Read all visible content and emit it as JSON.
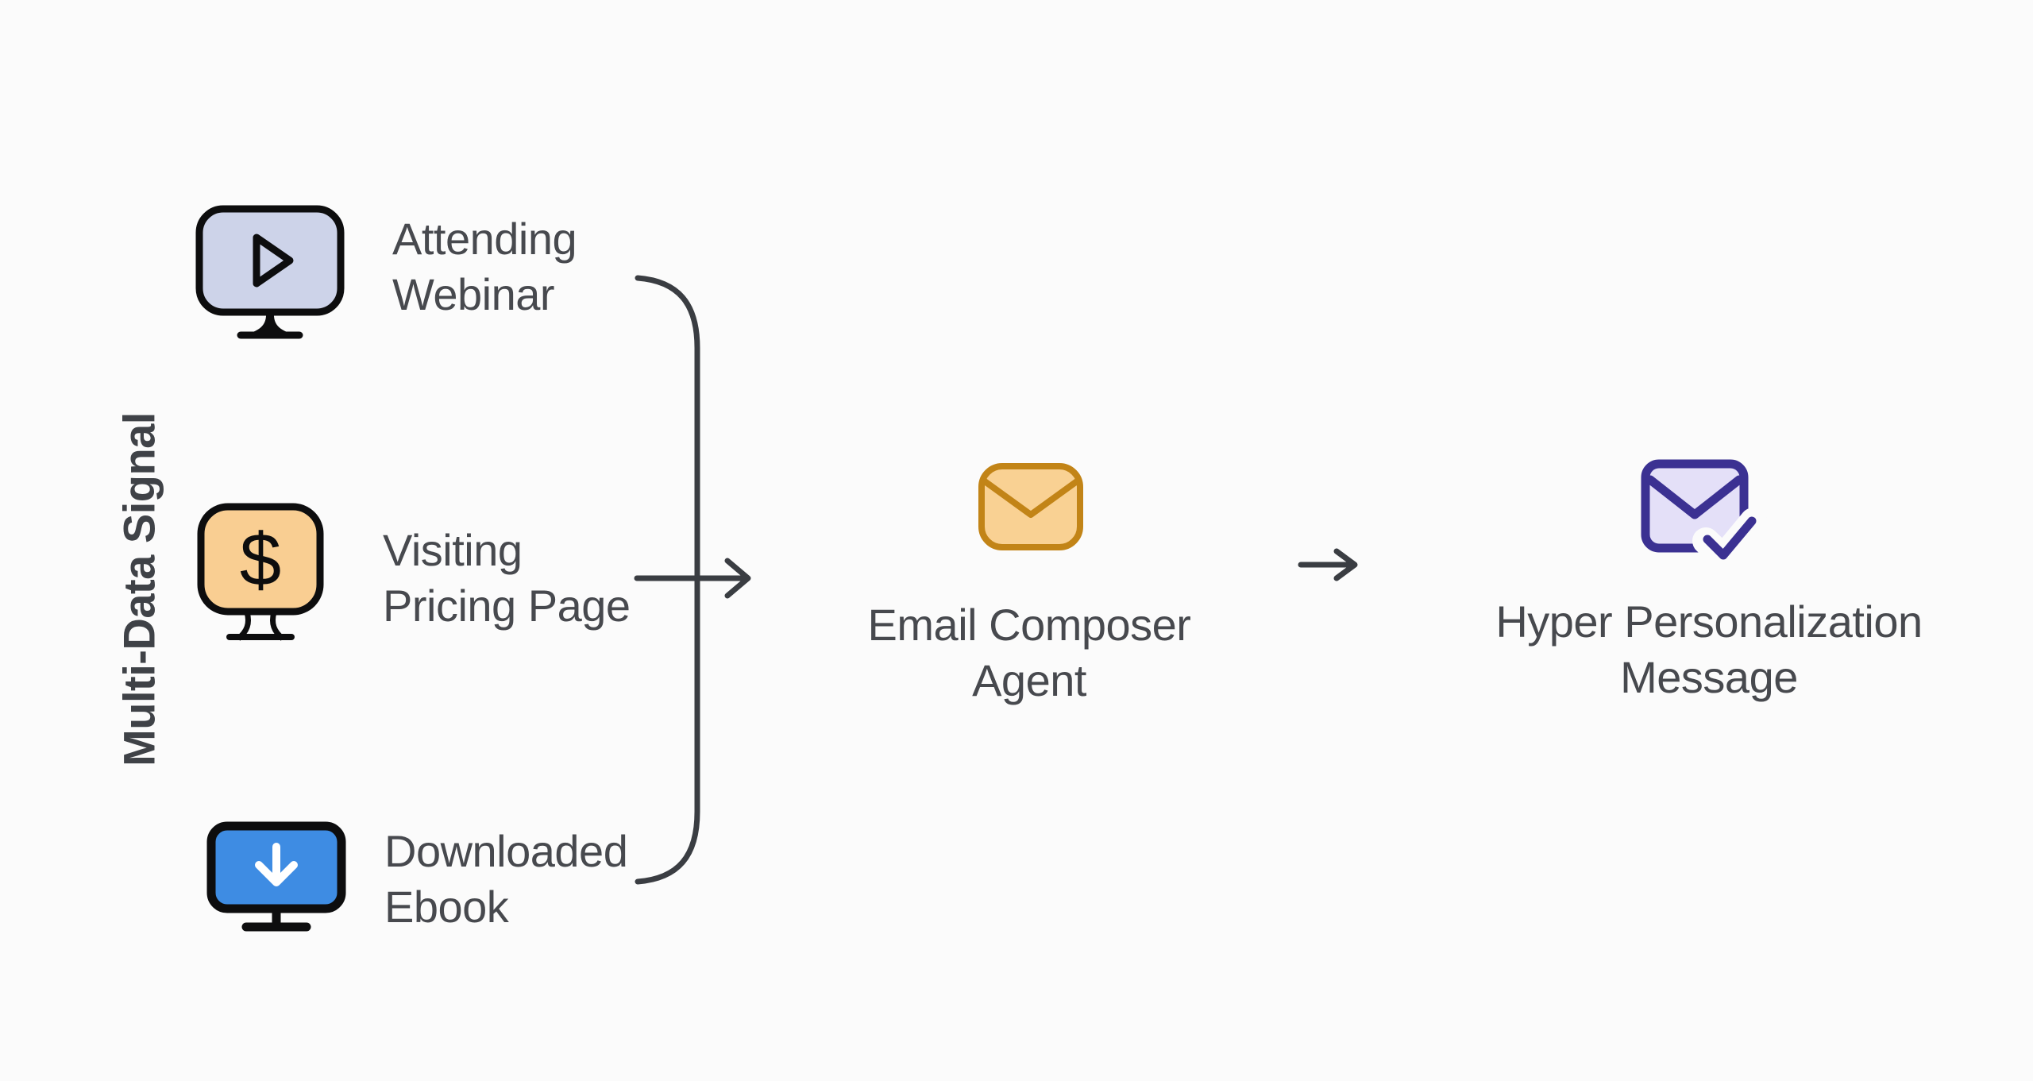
{
  "title": "Multi-Data Signal to Hyper Personalization Message flow",
  "colors": {
    "background": "#FBFBFB",
    "text": "#47494E",
    "group_label_text": "#3F4247",
    "connector_line": "#3A3D42",
    "icon_outline": "#0D0D0E",
    "webinar_screen": "#CDD3E9",
    "pricing_screen": "#F9CE92",
    "ebook_screen": "#3E8CE3",
    "ebook_arrow": "#FFFFFF",
    "agent_envelope_fill": "#F9D193",
    "agent_envelope_stroke": "#C28417",
    "message_envelope_fill": "#E4E0F8",
    "message_envelope_stroke": "#3B3192"
  },
  "signals": {
    "group_label": "Multi-Data Signal",
    "items": [
      {
        "icon": "webinar-monitor-play-icon",
        "label": "Attending Webinar",
        "label_lines": [
          "Attending",
          "Webinar"
        ]
      },
      {
        "icon": "pricing-monitor-dollar-icon",
        "label": "Visiting Pricing Page",
        "label_lines": [
          "Visiting",
          "Pricing Page"
        ],
        "dollar_glyph": "$"
      },
      {
        "icon": "ebook-monitor-download-icon",
        "label": "Downloaded Ebook",
        "label_lines": [
          "Downloaded",
          "Ebook"
        ]
      }
    ]
  },
  "agent": {
    "icon": "envelope-icon",
    "label": "Email Composer Agent",
    "label_lines": [
      "Email Composer",
      "Agent"
    ]
  },
  "output": {
    "icon": "envelope-check-icon",
    "label": "Hyper Personalization Message",
    "label_lines": [
      "Hyper Personalization",
      "Message"
    ]
  }
}
